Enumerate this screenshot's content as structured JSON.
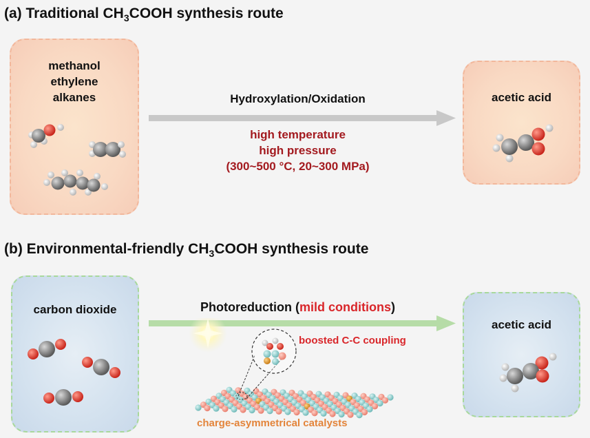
{
  "section_a": {
    "heading_prefix": "(a) Traditional  CH",
    "heading_sub": "3",
    "heading_suffix": "COOH synthesis route",
    "feedstock_lines": [
      "methanol",
      "ethylene",
      "alkanes"
    ],
    "arrow_label": "Hydroxylation/Oxidation",
    "conditions": [
      "high temperature",
      "high pressure",
      "(300~500 °C,  20~300 MPa)"
    ],
    "product": "acetic acid"
  },
  "section_b": {
    "heading_prefix": "(b) Environmental-friendly CH",
    "heading_sub": "3",
    "heading_suffix": "COOH synthesis route",
    "feedstock": "carbon dioxide",
    "arrow_label_start": "Photoreduction (",
    "arrow_label_highlight": "mild conditions",
    "arrow_label_end": ")",
    "coupling_label": "boosted C-C coupling",
    "catalyst_label": "charge-asymmetrical catalysts",
    "product": "acetic acid"
  },
  "colors": {
    "condition_red": "#a31a1f",
    "highlight_red": "#d9262a",
    "catalyst_orange": "#e3843a",
    "arrow_gray": "#c8c8c8",
    "arrow_green": "#b6dca7"
  }
}
